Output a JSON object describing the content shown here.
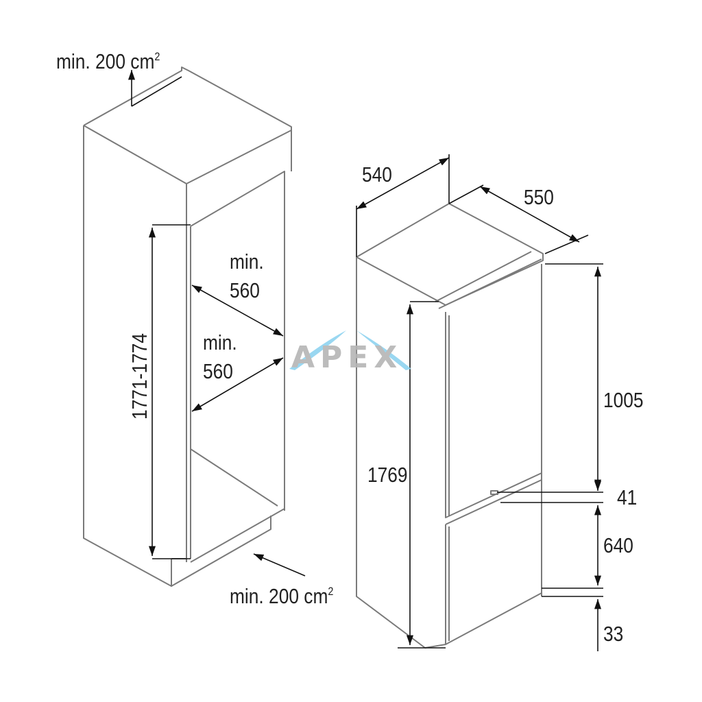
{
  "cabinet_niche": {
    "top_ventilation": {
      "text": "min. 200 cm",
      "sup": "2"
    },
    "bottom_ventilation": {
      "text": "min. 200 cm",
      "sup": "2"
    },
    "height": "1771-1774",
    "width_min": {
      "line1": "min.",
      "line2": "560"
    },
    "depth_min": {
      "line1": "min.",
      "line2": "560"
    }
  },
  "appliance": {
    "depth": "540",
    "width": "550",
    "height": "1769",
    "upper_door": "1005",
    "gap": "41",
    "lower_door": "640",
    "plinth": "33"
  },
  "watermark": "APEX",
  "colors": {
    "outline": "#7a7a7a",
    "dimension": "#111111",
    "watermark_arc": "#8fd3f0"
  }
}
